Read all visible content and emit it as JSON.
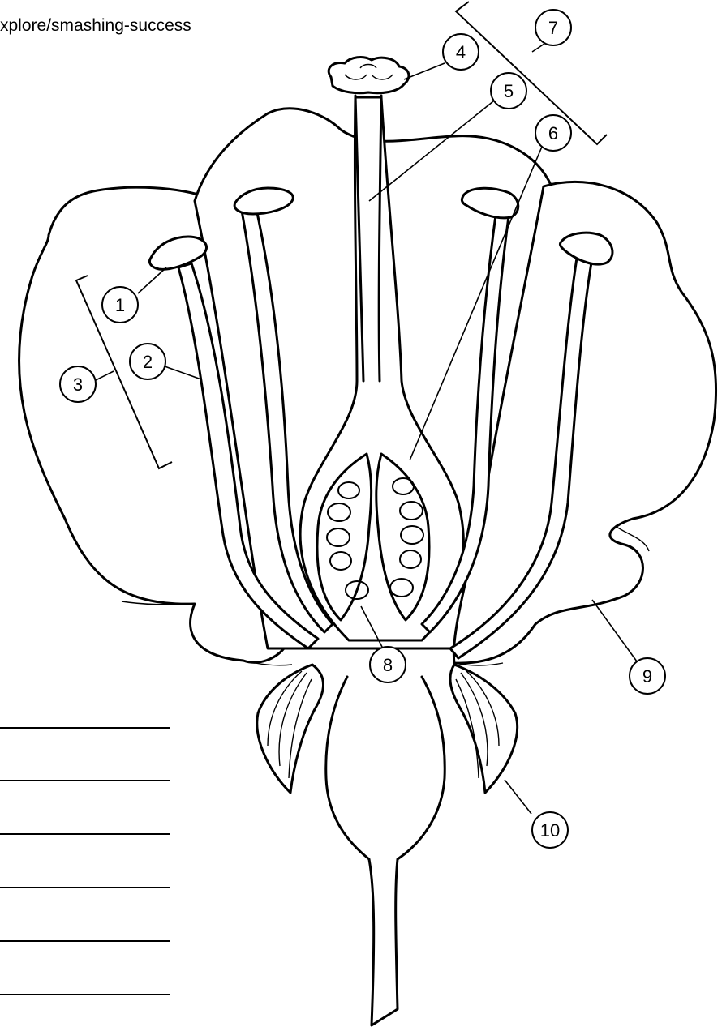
{
  "header": {
    "url_text": "xplore/smashing-success"
  },
  "diagram": {
    "callouts": [
      "1",
      "2",
      "3",
      "4",
      "5",
      "6",
      "7",
      "8",
      "9",
      "10"
    ]
  },
  "worksheet": {
    "answer_line_count": 6
  }
}
